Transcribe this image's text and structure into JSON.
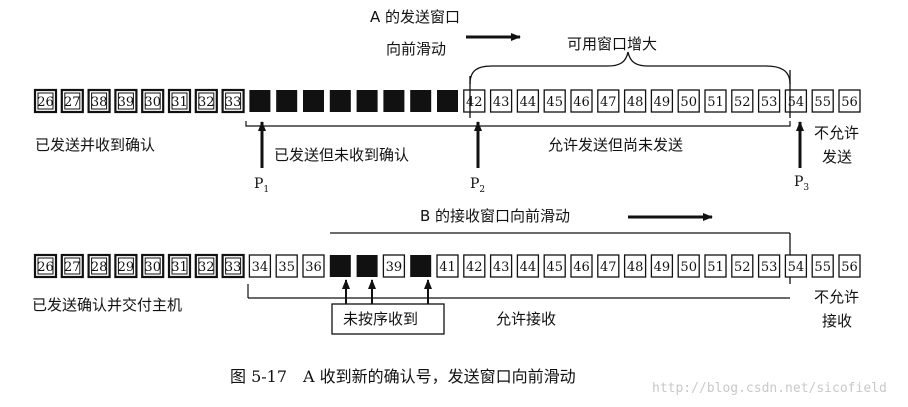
{
  "colors": {
    "ink": "#111111",
    "paper": "#ffffff",
    "watermark": "#c9c9c9"
  },
  "top": {
    "a_window_move_line1": "A 的发送窗口",
    "a_window_move_line2": "向前滑动",
    "usable_window_grows": "可用窗口增大",
    "cells": [
      {
        "t": "26",
        "k": "double"
      },
      {
        "t": "27",
        "k": "double"
      },
      {
        "t": "38",
        "k": "double"
      },
      {
        "t": "39",
        "k": "double"
      },
      {
        "t": "30",
        "k": "double"
      },
      {
        "t": "31",
        "k": "double"
      },
      {
        "t": "32",
        "k": "double"
      },
      {
        "t": "33",
        "k": "double"
      },
      {
        "t": "",
        "k": "filled"
      },
      {
        "t": "",
        "k": "filled"
      },
      {
        "t": "",
        "k": "filled"
      },
      {
        "t": "",
        "k": "filled"
      },
      {
        "t": "",
        "k": "filled"
      },
      {
        "t": "",
        "k": "filled"
      },
      {
        "t": "",
        "k": "filled"
      },
      {
        "t": "",
        "k": "filled"
      },
      {
        "t": "42",
        "k": "single"
      },
      {
        "t": "43",
        "k": "single"
      },
      {
        "t": "44",
        "k": "single"
      },
      {
        "t": "45",
        "k": "single"
      },
      {
        "t": "46",
        "k": "single"
      },
      {
        "t": "47",
        "k": "single"
      },
      {
        "t": "48",
        "k": "single"
      },
      {
        "t": "49",
        "k": "single"
      },
      {
        "t": "50",
        "k": "single"
      },
      {
        "t": "51",
        "k": "single"
      },
      {
        "t": "52",
        "k": "single"
      },
      {
        "t": "53",
        "k": "single"
      },
      {
        "t": "54",
        "k": "single"
      },
      {
        "t": "55",
        "k": "single"
      },
      {
        "t": "56",
        "k": "single"
      }
    ],
    "sent_acked": "已发送并收到确认",
    "sent_not_acked": "已发送但未收到确认",
    "allowed_not_sent": "允许发送但尚未发送",
    "not_allowed_line1": "不允许",
    "not_allowed_line2": "发送",
    "p1": "P",
    "p1_sub": "1",
    "p2": "P",
    "p2_sub": "2",
    "p3": "P",
    "p3_sub": "3"
  },
  "bottom": {
    "b_window_move": "B 的接收窗口向前滑动",
    "cells": [
      {
        "t": "26",
        "k": "double"
      },
      {
        "t": "27",
        "k": "double"
      },
      {
        "t": "28",
        "k": "double"
      },
      {
        "t": "29",
        "k": "double"
      },
      {
        "t": "30",
        "k": "double"
      },
      {
        "t": "31",
        "k": "double"
      },
      {
        "t": "32",
        "k": "double"
      },
      {
        "t": "33",
        "k": "double"
      },
      {
        "t": "34",
        "k": "single"
      },
      {
        "t": "35",
        "k": "single"
      },
      {
        "t": "36",
        "k": "single"
      },
      {
        "t": "",
        "k": "filled"
      },
      {
        "t": "",
        "k": "filled"
      },
      {
        "t": "39",
        "k": "single"
      },
      {
        "t": "",
        "k": "filled"
      },
      {
        "t": "41",
        "k": "single"
      },
      {
        "t": "42",
        "k": "single"
      },
      {
        "t": "43",
        "k": "single"
      },
      {
        "t": "44",
        "k": "single"
      },
      {
        "t": "45",
        "k": "single"
      },
      {
        "t": "46",
        "k": "single"
      },
      {
        "t": "47",
        "k": "single"
      },
      {
        "t": "48",
        "k": "single"
      },
      {
        "t": "49",
        "k": "single"
      },
      {
        "t": "50",
        "k": "single"
      },
      {
        "t": "51",
        "k": "single"
      },
      {
        "t": "52",
        "k": "single"
      },
      {
        "t": "53",
        "k": "single"
      },
      {
        "t": "54",
        "k": "single"
      },
      {
        "t": "55",
        "k": "single"
      },
      {
        "t": "56",
        "k": "single"
      }
    ],
    "acked_delivered": "已发送确认并交付主机",
    "out_of_order": "未按序收到",
    "allowed_receive": "允许接收",
    "not_allowed_line1": "不允许",
    "not_allowed_line2": "接收"
  },
  "caption": "图 5-17　A 收到新的确认号，发送窗口向前滑动",
  "watermark": "http://blog.csdn.net/sicofield"
}
